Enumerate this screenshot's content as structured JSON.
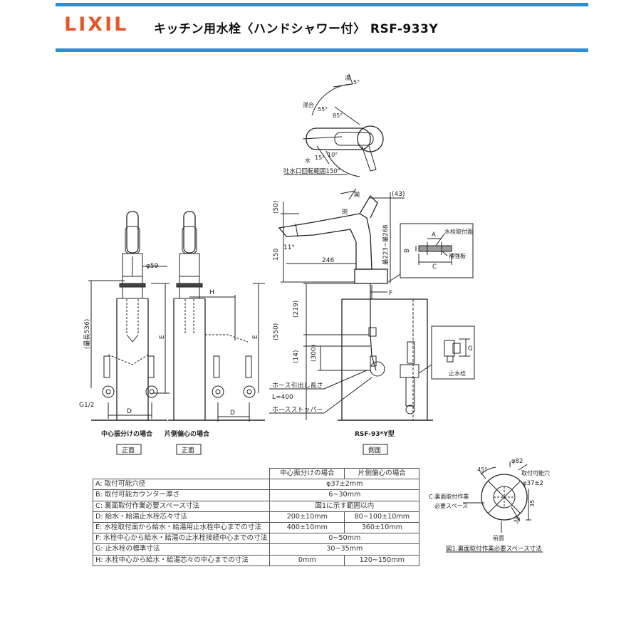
{
  "header": {
    "logo": "LIXIL",
    "title": "キッチン用水栓〈ハンドシャワー付〉 RSF-933Y"
  },
  "top_view": {
    "label_hot": "湯",
    "label_mix": "混合",
    "label_water": "水",
    "angle_5a": "5°",
    "angle_55": "55°",
    "angle_85": "85°",
    "angle_15": "15°",
    "angle_10": "10°",
    "rotation": "吐水口回転範囲150°"
  },
  "front_center": {
    "dia59": "φ59",
    "len536": "(最長536)",
    "e": "E",
    "g12": "G1/2",
    "d": "D",
    "caption": "中心振分けの場合",
    "view": "正面"
  },
  "front_offset": {
    "h": "H",
    "e": "E",
    "d": "D",
    "caption": "片側偏心の場合",
    "view": "正面"
  },
  "side_view": {
    "open": "開",
    "close": "閉",
    "d43": "(43)",
    "d50": "(50)",
    "d150": "150",
    "d11": "11°",
    "d246": "246",
    "d268": "最223~最268",
    "d219": "(219)",
    "d550": "(550)",
    "d14": "(14)",
    "d300": "(300)",
    "f": "F",
    "hose_len": "ホース引出し長さ",
    "l400": "L=400",
    "stopper": "ホースストッパー",
    "model": "RSF-93*Y型",
    "view": "側面"
  },
  "detail_mount": {
    "a": "A",
    "b": "B",
    "c": "C",
    "mount": "水栓取付面",
    "reinforce": "補強板"
  },
  "detail_valve": {
    "g": "G",
    "stop": "止水栓"
  },
  "spec_table": {
    "col1": "中心振分けの場合",
    "col2": "片側偏心の場合",
    "rows": [
      {
        "label": "A: 取付可能穴径",
        "merged": "φ37±2mm"
      },
      {
        "label": "B: 取付可能カウンター厚さ",
        "merged": "6~30mm"
      },
      {
        "label": "C: 裏面取付作業必要スペース寸法",
        "merged": "図1に示す範囲以内"
      },
      {
        "label": "D: 給水・給湯止水栓芯々寸法",
        "v1": "200±10mm",
        "v2": "80~100±10mm"
      },
      {
        "label": "E: 水栓取付面から給水・給湯用止水栓中心までの寸法",
        "v1": "400±10mm",
        "v2": "360±10mm"
      },
      {
        "label": "F: 水栓中心から給水・給湯の止水栓接続中心までの寸法",
        "merged": "0~50mm"
      },
      {
        "label": "G: 止水栓の標準寸法",
        "merged": "30~35mm"
      },
      {
        "label": "H: 水栓中心から給水・給湯芯々の中心までの寸法",
        "v1": "0mm",
        "v2": "120~150mm"
      }
    ]
  },
  "figure1": {
    "a45": "45°",
    "d82": "φ82",
    "hole": "取付可能穴",
    "hole_dim": "φ37±2",
    "c_label1": "C:裏面取付作業",
    "c_label2": "必要スペース",
    "d35": "35",
    "d38": "38",
    "front": "前面",
    "caption": "図1.裏面取付作業必要スペース寸法"
  }
}
